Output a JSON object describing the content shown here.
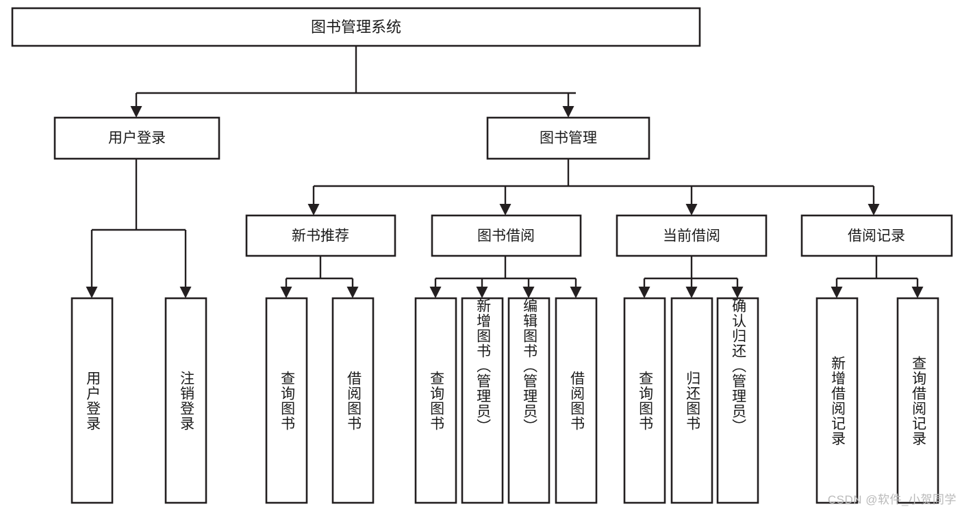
{
  "diagram": {
    "type": "tree-hierarchy",
    "title": "图书管理系统",
    "orientation": "top-down",
    "colors": {
      "stroke": "#231f20",
      "node_fill": "#ffffff",
      "background": "#ffffff",
      "text": "#1a1a1a",
      "watermark": "#b9b9b9"
    },
    "root": {
      "label": "图书管理系统"
    },
    "level2": [
      {
        "label": "用户登录"
      },
      {
        "label": "图书管理"
      }
    ],
    "level3": [
      {
        "label": "新书推荐"
      },
      {
        "label": "图书借阅"
      },
      {
        "label": "当前借阅"
      },
      {
        "label": "借阅记录"
      }
    ],
    "leaves": {
      "user_login": [
        {
          "label": "用户登录"
        },
        {
          "label": "注销登录"
        }
      ],
      "new_book_recommend": [
        {
          "label": "查询图书"
        },
        {
          "label": "借阅图书"
        }
      ],
      "book_borrow": [
        {
          "label": "查询图书"
        },
        {
          "label": "新增图书（管理员）"
        },
        {
          "label": "编辑图书（管理员）"
        },
        {
          "label": "借阅图书"
        }
      ],
      "current_borrow": [
        {
          "label": "查询图书"
        },
        {
          "label": "归还图书"
        },
        {
          "label": "确认归还（管理员）"
        }
      ],
      "borrow_record": [
        {
          "label": "新增借阅记录"
        },
        {
          "label": "查询借阅记录"
        }
      ]
    }
  },
  "watermark": {
    "text": "CSDN @软件_小贺同学"
  }
}
